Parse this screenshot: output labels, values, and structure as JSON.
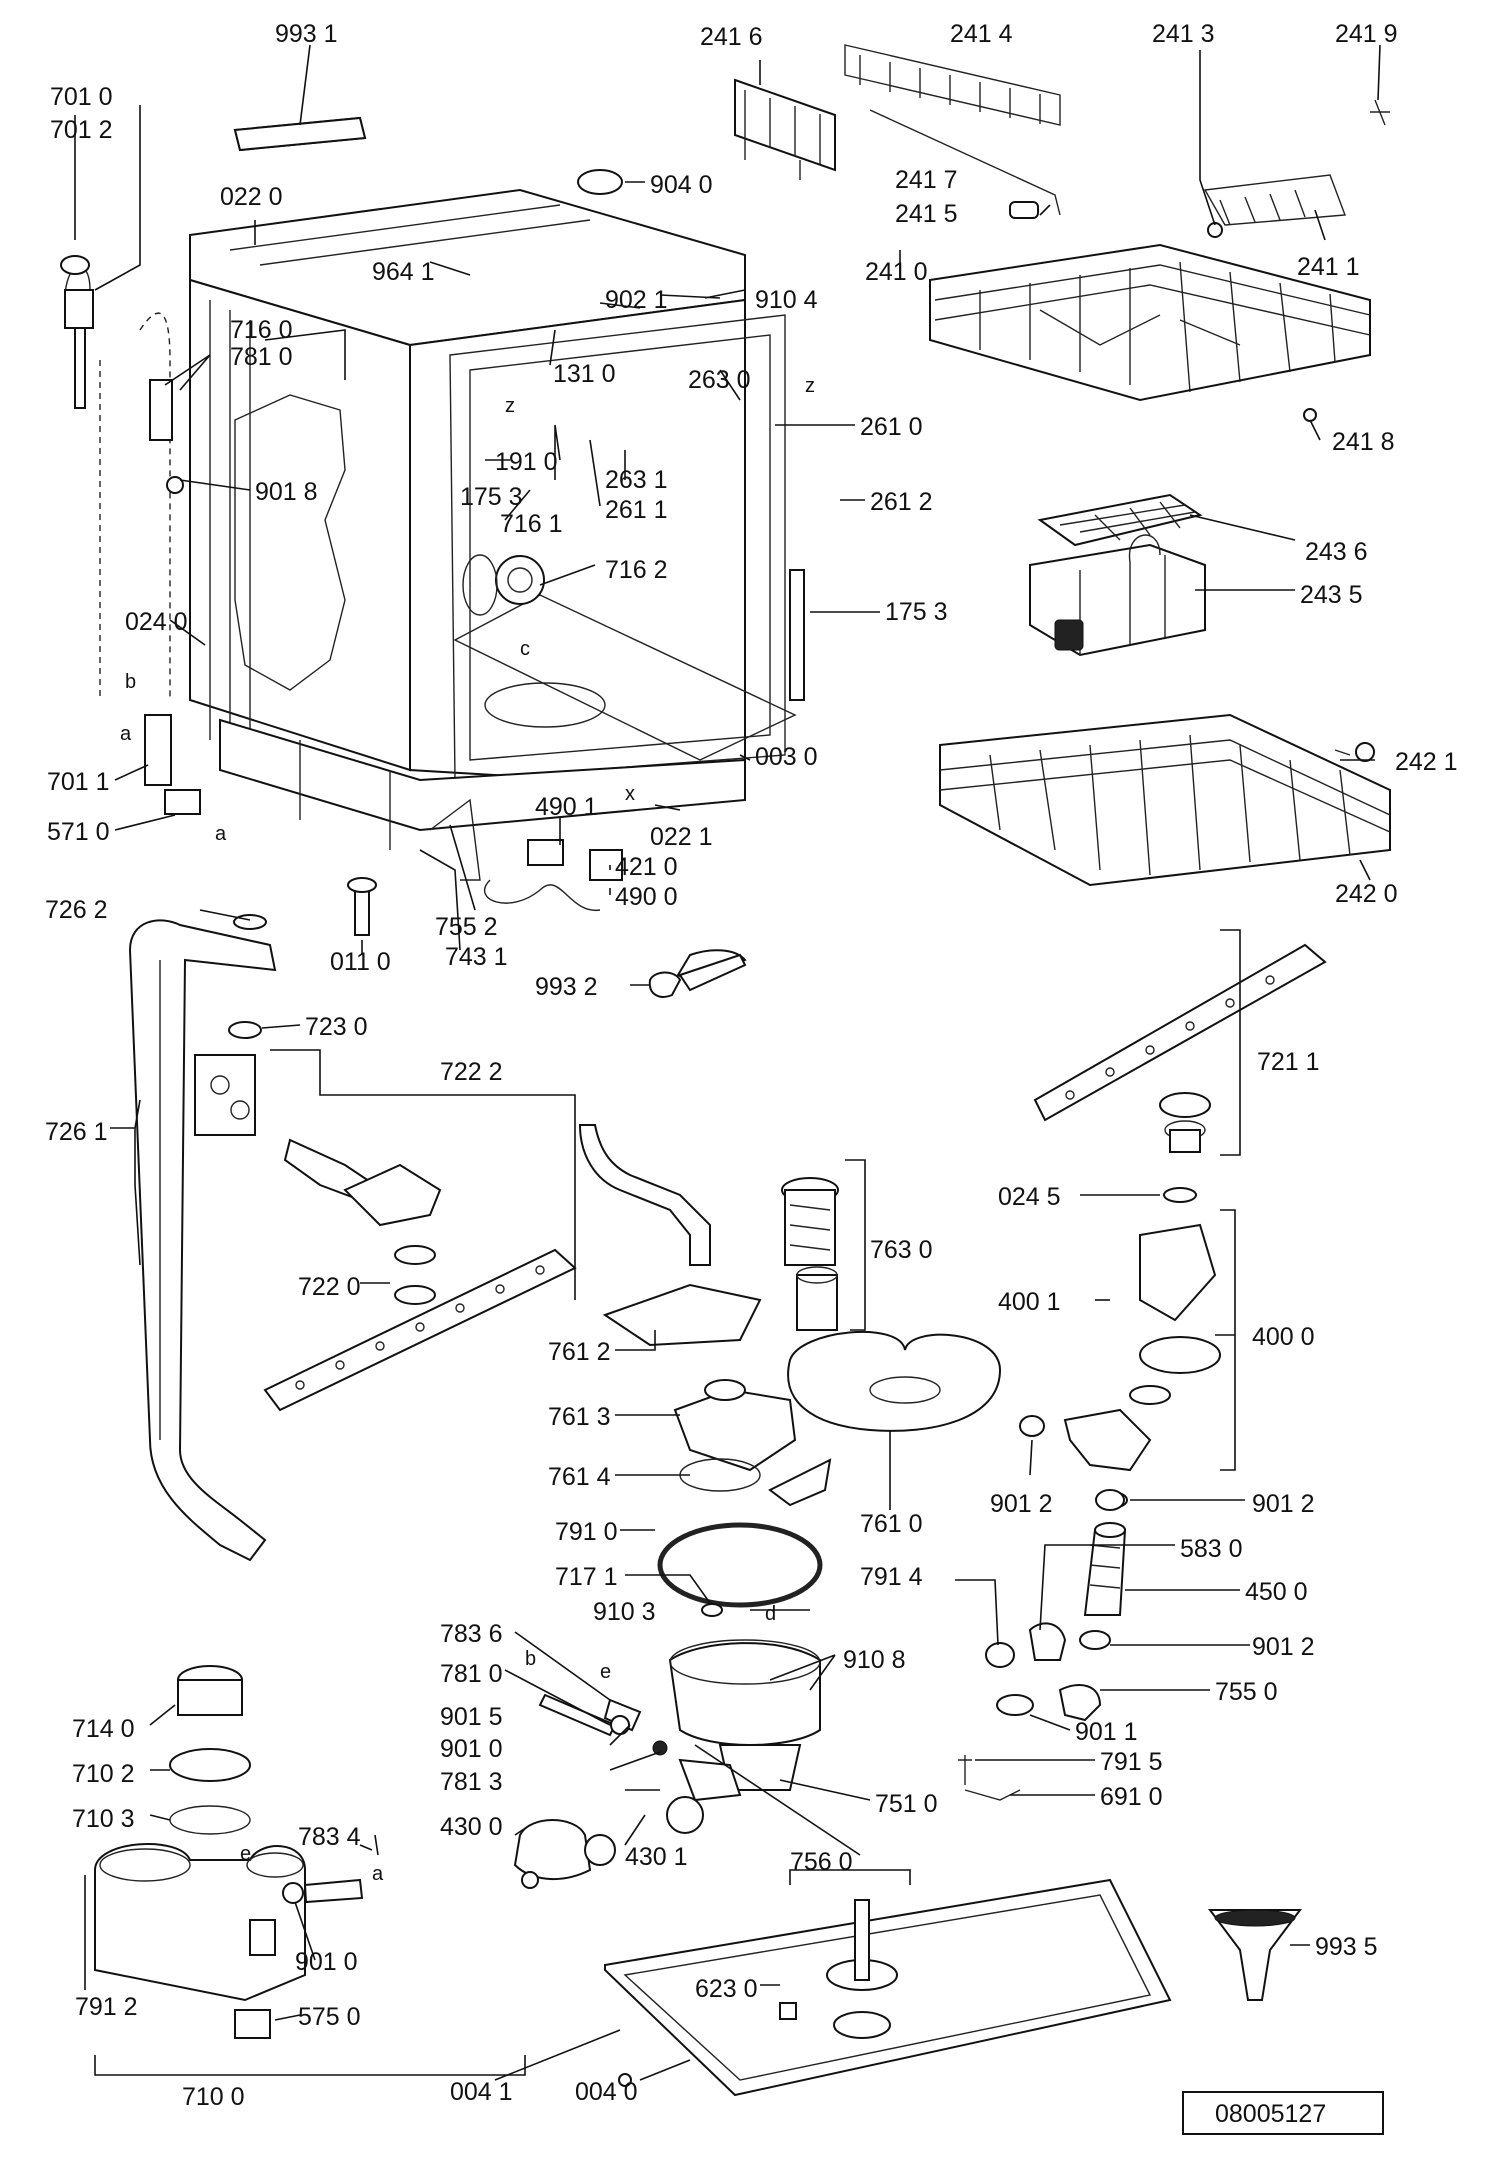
{
  "document_number": "08005127",
  "letter_markers": [
    "z",
    "z",
    "c",
    "x",
    "b",
    "a",
    "a",
    "b",
    "d",
    "e",
    "e",
    "a"
  ],
  "labels": [
    "993 1",
    "701 0",
    "701 2",
    "022 0",
    "716 0",
    "781 0",
    "901 8",
    "024 0",
    "701 1",
    "571 0",
    "964 1",
    "902 1",
    "910 4",
    "904 0",
    "131 0",
    "191 0",
    "175 3",
    "716 1",
    "716 2",
    "263 0",
    "263 1",
    "261 1",
    "261 0",
    "261 2",
    "175 3",
    "003 0",
    "490 1",
    "421 0",
    "490 0",
    "022 1",
    "755 2",
    "743 1",
    "011 0",
    "993 2",
    "241 6",
    "241 4",
    "241 3",
    "241 9",
    "241 7",
    "241 5",
    "241 0",
    "241 1",
    "241 8",
    "243 6",
    "243 5",
    "242 1",
    "242 0",
    "726 2",
    "723 0",
    "722 2",
    "726 1",
    "722 0",
    "761 2",
    "763 0",
    "761 3",
    "761 4",
    "761 0",
    "721 1",
    "024 5",
    "400 1",
    "400 0",
    "901 2",
    "901 2",
    "583 0",
    "450 0",
    "791 0",
    "791 4",
    "717 1",
    "910 3",
    "910 8",
    "901 2",
    "755 0",
    "783 6",
    "781 0",
    "901 5",
    "901 1",
    "901 0",
    "781 3",
    "791 5",
    "751 0",
    "691 0",
    "714 0",
    "710 2",
    "710 3",
    "783 4",
    "430 0",
    "430 1",
    "756 0",
    "901 0",
    "791 2",
    "575 0",
    "623 0",
    "993 5",
    "710 0",
    "004 1",
    "004 0"
  ]
}
